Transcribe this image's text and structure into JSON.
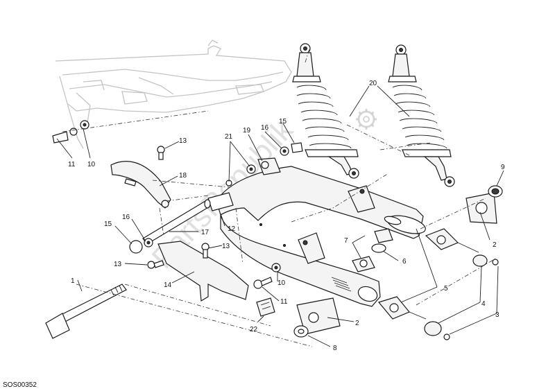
{
  "diagram": {
    "drawing_code": "SOS00352",
    "watermark": "PartsRepublik",
    "callouts": [
      {
        "id": "c1",
        "label": "1"
      },
      {
        "id": "c2a",
        "label": "2"
      },
      {
        "id": "c2b",
        "label": "2"
      },
      {
        "id": "c3",
        "label": "3"
      },
      {
        "id": "c4",
        "label": "4"
      },
      {
        "id": "c5",
        "label": "5"
      },
      {
        "id": "c6",
        "label": "6"
      },
      {
        "id": "c7",
        "label": "7"
      },
      {
        "id": "c8",
        "label": "8"
      },
      {
        "id": "c9",
        "label": "9"
      },
      {
        "id": "c10a",
        "label": "10"
      },
      {
        "id": "c10b",
        "label": "10"
      },
      {
        "id": "c11a",
        "label": "11"
      },
      {
        "id": "c11b",
        "label": "11"
      },
      {
        "id": "c12",
        "label": "12"
      },
      {
        "id": "c13a",
        "label": "13"
      },
      {
        "id": "c13b",
        "label": "13"
      },
      {
        "id": "c13c",
        "label": "13"
      },
      {
        "id": "c14",
        "label": "14"
      },
      {
        "id": "c15a",
        "label": "15"
      },
      {
        "id": "c15b",
        "label": "15"
      },
      {
        "id": "c16a",
        "label": "16"
      },
      {
        "id": "c16b",
        "label": "16"
      },
      {
        "id": "c17",
        "label": "17"
      },
      {
        "id": "c18",
        "label": "18"
      },
      {
        "id": "c19",
        "label": "19"
      },
      {
        "id": "c20",
        "label": "20"
      },
      {
        "id": "c21",
        "label": "21"
      },
      {
        "id": "c22",
        "label": "22"
      }
    ]
  }
}
